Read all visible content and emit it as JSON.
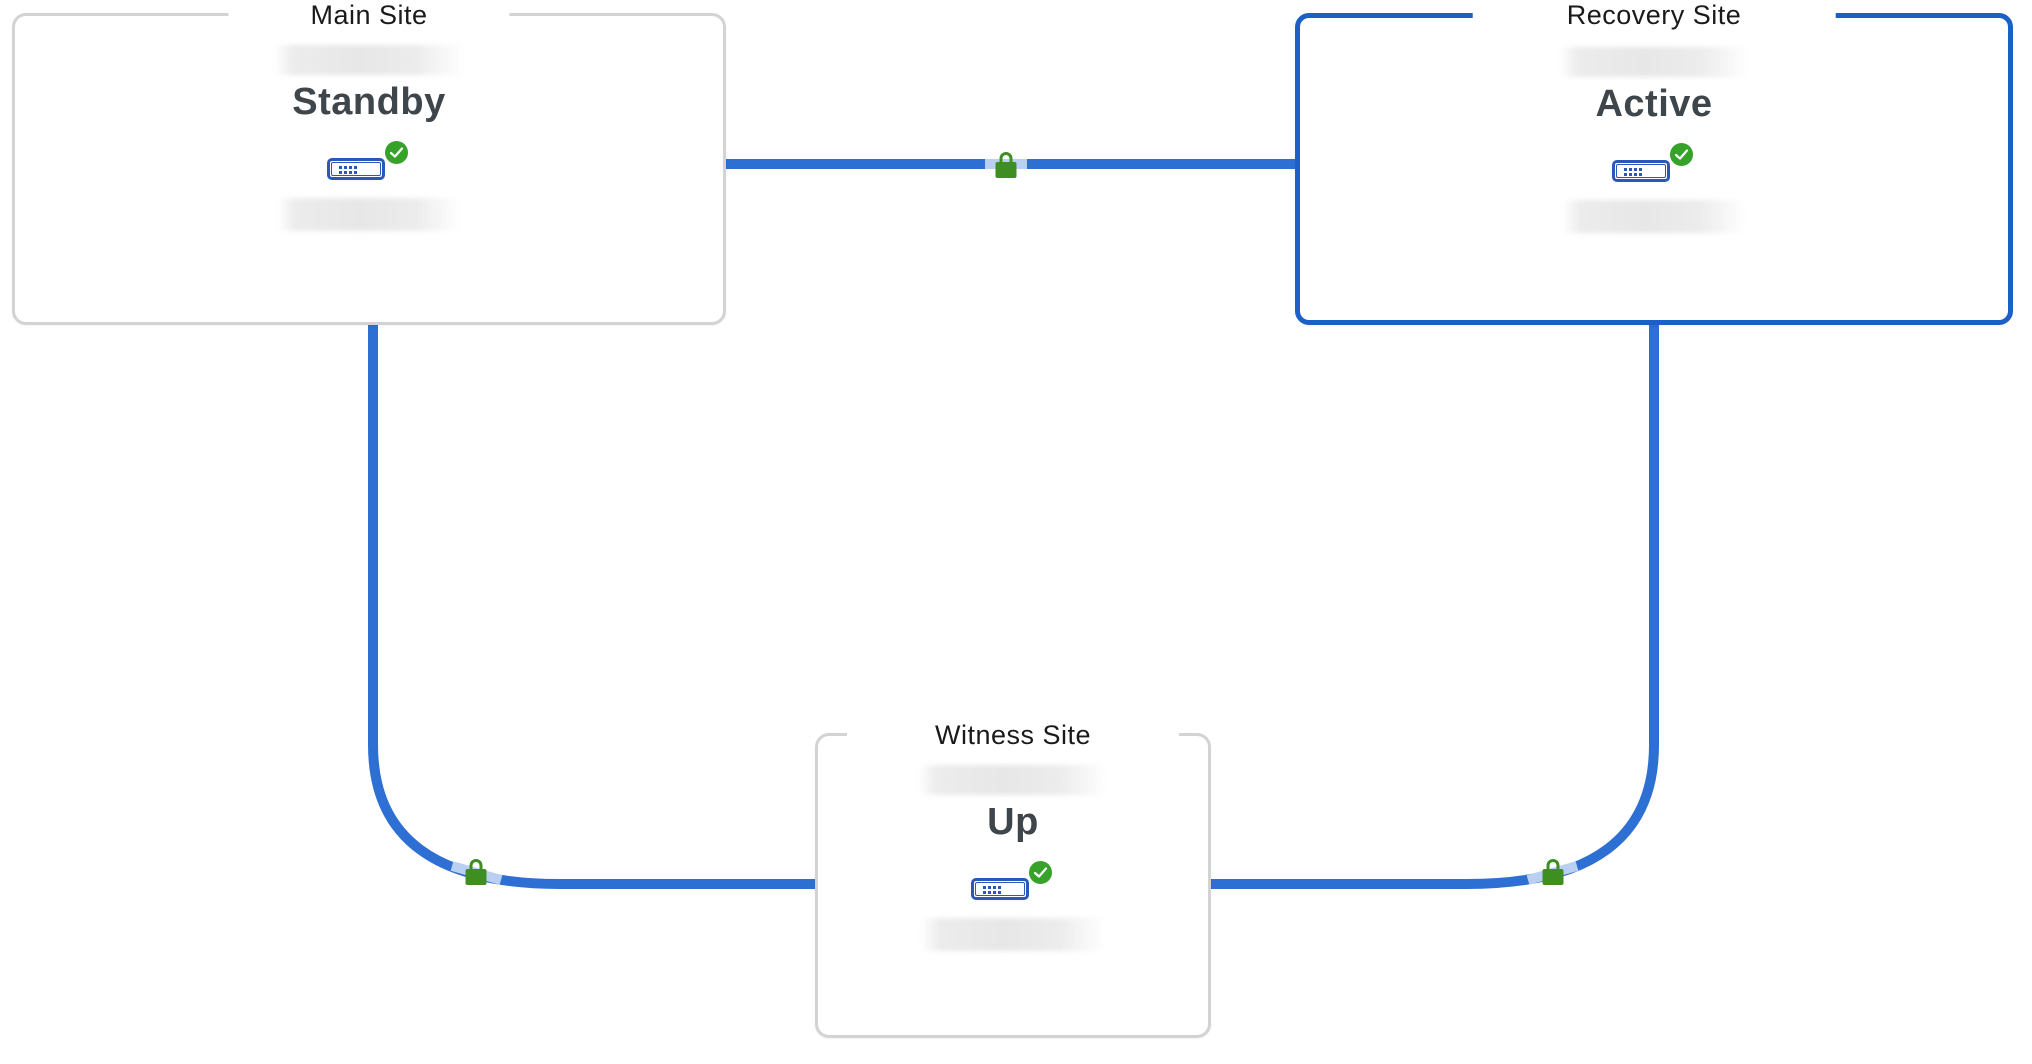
{
  "diagram": {
    "type": "site-replication-topology",
    "sites": [
      {
        "key": "main",
        "label": "Main Site",
        "status": "Standby",
        "selected": false,
        "health_icon": "green-check-circle",
        "device_icon": "server",
        "redacted_rows": 2
      },
      {
        "key": "recovery",
        "label": "Recovery Site",
        "status": "Active",
        "selected": true,
        "health_icon": "green-check-circle",
        "device_icon": "server",
        "redacted_rows": 2
      },
      {
        "key": "witness",
        "label": "Witness Site",
        "status": "Up",
        "selected": false,
        "health_icon": "green-check-circle",
        "device_icon": "server",
        "redacted_rows": 2
      }
    ],
    "connections": [
      {
        "from": "Main Site",
        "to": "Recovery Site",
        "secure": true,
        "icon": "lock-icon"
      },
      {
        "from": "Main Site",
        "to": "Witness Site",
        "secure": true,
        "icon": "lock-icon"
      },
      {
        "from": "Recovery Site",
        "to": "Witness Site",
        "secure": true,
        "icon": "lock-icon"
      }
    ],
    "colors": {
      "connection": "#2e6fd3",
      "connection_highlight": "#b9d0f2",
      "selected_border": "#1b5fc7",
      "card_border": "#d3d3d3",
      "lock_green": "#3f8e22",
      "check_green": "#36a22a",
      "status_text": "#3e464c",
      "title_text": "#1a1a1a",
      "icon_blue": "#2a57b8"
    }
  }
}
